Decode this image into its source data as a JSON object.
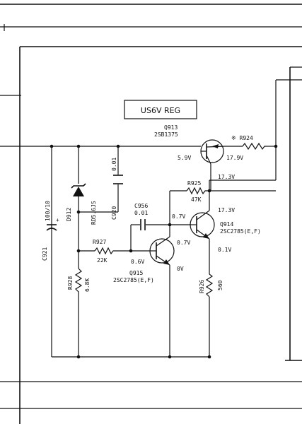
{
  "title_box": "US6V REG",
  "components": {
    "q913": {
      "ref": "Q913",
      "part": "2SB1375"
    },
    "q914": {
      "ref": "Q914",
      "part": "2SC2785(E,F)"
    },
    "q915": {
      "ref": "Q915",
      "part": "2SC2785(E,F)"
    },
    "r924": {
      "ref": "※ R924"
    },
    "r925": {
      "ref": "R925",
      "value": "47K"
    },
    "r926": {
      "ref": "R926",
      "value": "560"
    },
    "r927": {
      "ref": "R927",
      "value": "22K"
    },
    "r928": {
      "ref": "R928",
      "value": "6.8K"
    },
    "c920": {
      "ref": "C920",
      "value": "0.01"
    },
    "c921": {
      "ref": "C921",
      "value": "100/10"
    },
    "c956": {
      "ref": "C956",
      "value": "0.01"
    },
    "d912": {
      "ref": "D912",
      "part": "RD5.6JS"
    }
  },
  "voltages": {
    "q913_base": "5.9V",
    "q913_emitter": "17.9V",
    "q913_collector": "17.3V",
    "q914_collector": "17.3V",
    "q914_base": "0.7V",
    "q914_emitter": "0.1V",
    "q915_base": "0.6V",
    "q915_collector": "0.7V",
    "q915_emitter": "0V"
  }
}
